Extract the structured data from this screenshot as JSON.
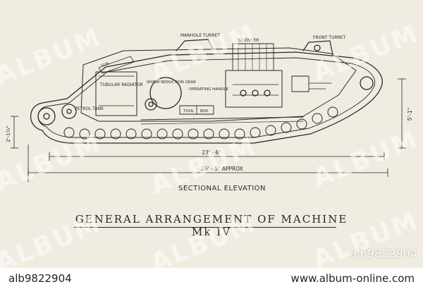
{
  "drawing": {
    "labels": {
      "manhole_turret": "MANHOLE TURRET",
      "front_turret": "FRONT TURRET",
      "silencer": "SILENCER",
      "gun": "GUN",
      "tubular_radiator": "TUBULAR RADIATOR",
      "worm_reduction_gear": "WORM REDUCTION GEAR",
      "operating_handle": "OPERATING HANDLE",
      "petrol_tank": "PETROL TANK",
      "tool": "TOOL",
      "box": "BOX"
    },
    "dimensions": {
      "height_left": "2'-1½\"",
      "height_right": "5'-1\"",
      "length_inner": "23' - 6\"",
      "length_overall": "26' - 5\" APPROX"
    },
    "caption": "SECTIONAL ELEVATION"
  },
  "title": "GENERAL ARRANGEMENT OF MACHINE Mk IV",
  "watermark": {
    "text": "ALBUM",
    "stock_id": "alb9822904"
  },
  "footer": {
    "id": "alb9822904",
    "site": "www.album-online.com"
  },
  "colors": {
    "paper": "#f1ece1",
    "ink": "#2b2925",
    "footer_bg": "#ffffff"
  }
}
